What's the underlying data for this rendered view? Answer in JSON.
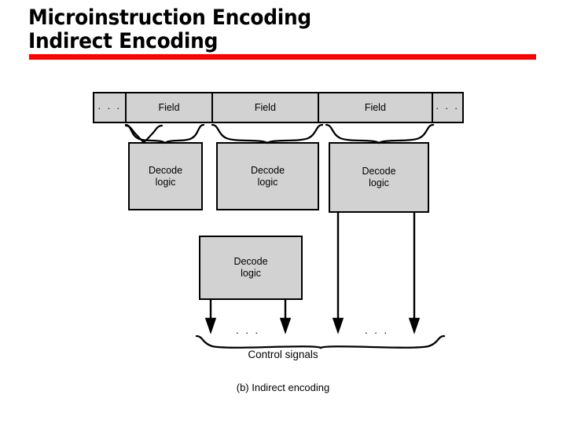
{
  "slide": {
    "background": "#ffffff",
    "title": {
      "line1": "Microinstruction Encoding",
      "line2": "Indirect Encoding",
      "rule_color": "#ff0000",
      "text_color": "#000000"
    }
  },
  "diagram": {
    "fill_color": "#d2d2d2",
    "stroke_color": "#000000",
    "instruction_row": {
      "name": "microinstruction-word",
      "cells": [
        {
          "id": "left-ellipsis",
          "label": ". . ."
        },
        {
          "id": "field-1",
          "label": "Field"
        },
        {
          "id": "field-2",
          "label": "Field"
        },
        {
          "id": "field-3",
          "label": "Field"
        },
        {
          "id": "right-ellipsis",
          "label": ". . ."
        }
      ]
    },
    "decode_boxes": [
      {
        "id": "decode-logic-1",
        "line1": "Decode",
        "line2": "logic"
      },
      {
        "id": "decode-logic-2",
        "line1": "Decode",
        "line2": "logic"
      },
      {
        "id": "decode-logic-3",
        "line1": "Decode",
        "line2": "logic"
      },
      {
        "id": "decode-logic-4",
        "line1": "Decode",
        "line2": "logic"
      }
    ],
    "signal_ellipsis_left": ". . .",
    "signal_ellipsis_right": ". . .",
    "control_signals_label": "Control signals",
    "figure_caption": "(b) Indirect encoding"
  }
}
